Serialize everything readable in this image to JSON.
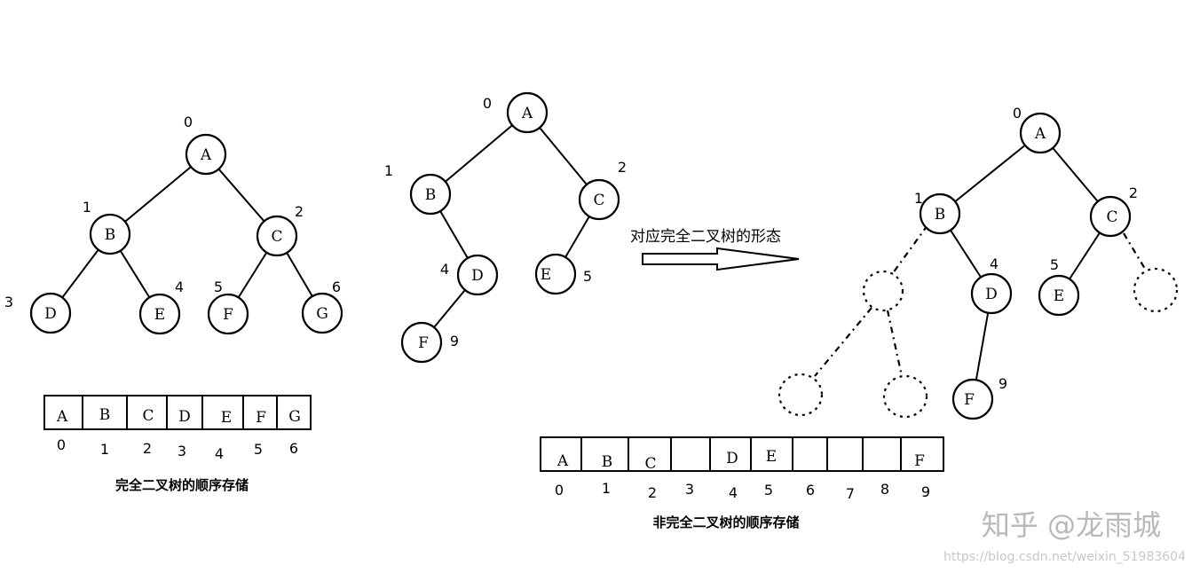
{
  "left_tree": {
    "nodes": [
      {
        "label": "A",
        "index": "0"
      },
      {
        "label": "B",
        "index": "1"
      },
      {
        "label": "C",
        "index": "2"
      },
      {
        "label": "D",
        "index": "3"
      },
      {
        "label": "E",
        "index": "4"
      },
      {
        "label": "F",
        "index": "5"
      },
      {
        "label": "G",
        "index": "6"
      }
    ],
    "array_cells": [
      "A",
      "B",
      "C",
      "D",
      "E",
      "F",
      "G"
    ],
    "array_indices": [
      "0",
      "1",
      "2",
      "3",
      "4",
      "5",
      "6"
    ],
    "caption": "完全二叉树的顺序存储"
  },
  "middle_tree": {
    "nodes": [
      {
        "label": "A",
        "index": "0"
      },
      {
        "label": "B",
        "index": "1"
      },
      {
        "label": "C",
        "index": "2"
      },
      {
        "label": "D",
        "index": "4"
      },
      {
        "label": "E",
        "index": "5"
      },
      {
        "label": "F",
        "index": "9"
      }
    ]
  },
  "arrow": {
    "label": "对应完全二叉树的形态"
  },
  "right_tree": {
    "nodes": [
      {
        "label": "A",
        "index": "0"
      },
      {
        "label": "B",
        "index": "1"
      },
      {
        "label": "C",
        "index": "2"
      },
      {
        "label": "D",
        "index": "4"
      },
      {
        "label": "E",
        "index": "5"
      },
      {
        "label": "F",
        "index": "9"
      }
    ],
    "array_cells": [
      "A",
      "B",
      "C",
      "",
      "D",
      "E",
      "",
      "",
      "",
      "F"
    ],
    "array_indices": [
      "0",
      "1",
      "2",
      "3",
      "4",
      "5",
      "6",
      "7",
      "8",
      "9"
    ],
    "caption": "非完全二叉树的顺序存储"
  },
  "watermark": {
    "main": "知乎 @龙雨城",
    "url": "https://blog.csdn.net/weixin_51983604"
  }
}
